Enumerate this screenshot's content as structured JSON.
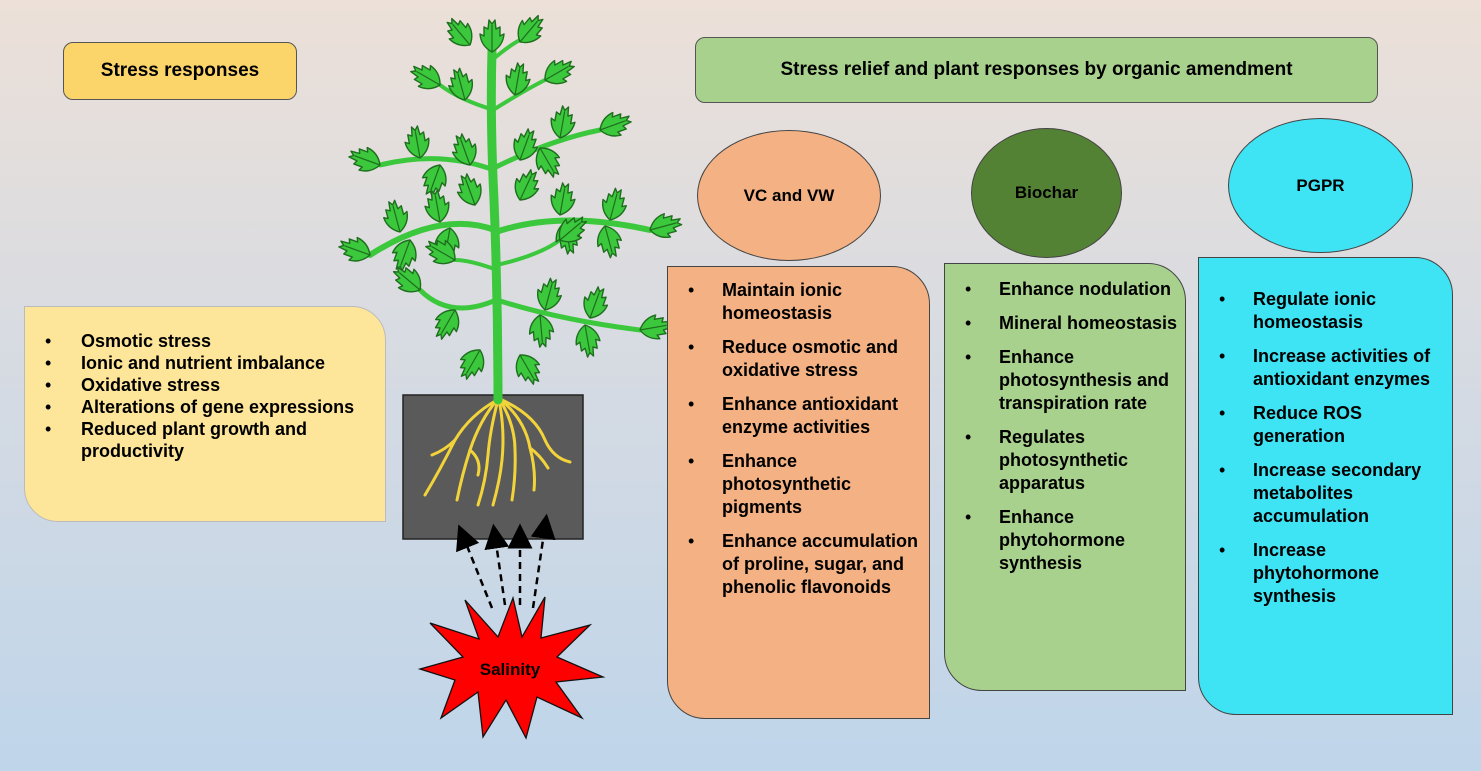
{
  "stress_title": "Stress responses",
  "relief_title": "Stress relief and plant responses by organic amendment",
  "stress_items": [
    "Osmotic stress",
    "Ionic and nutrient imbalance",
    "Oxidative stress",
    "Alterations of gene expressions",
    "Reduced plant growth and productivity"
  ],
  "salinity_label": "Salinity",
  "amendments": [
    {
      "name": "VC and VW",
      "color": "#f4b183",
      "items": [
        "Maintain ionic homeostasis",
        "Reduce osmotic and oxidative stress",
        "Enhance antioxidant enzyme activities",
        "Enhance photosynthetic pigments",
        "Enhance accumulation of proline, sugar, and phenolic flavonoids"
      ]
    },
    {
      "name": "Biochar",
      "color": "#548235",
      "box_color": "#a9d18e",
      "items": [
        "Enhance nodulation",
        "Mineral homeostasis",
        "Enhance photosynthesis and transpiration rate",
        "Regulates photosynthetic apparatus",
        "Enhance phytohormone synthesis"
      ]
    },
    {
      "name": "PGPR",
      "color": "#3ee3f4",
      "items": [
        "Regulate ionic homeostasis",
        "Increase activities of antioxidant enzymes",
        "Reduce ROS generation",
        "Increase secondary metabolites accumulation",
        "Increase phytohormone synthesis"
      ]
    }
  ],
  "colors": {
    "stress_title": "#fcd56a",
    "stress_box": "#fde59a",
    "relief_title": "#a9d18e",
    "leaf": "#3cc83c",
    "soil": "#5a5a5a",
    "roots": "#f2d43a",
    "starburst": "#ff0000"
  }
}
